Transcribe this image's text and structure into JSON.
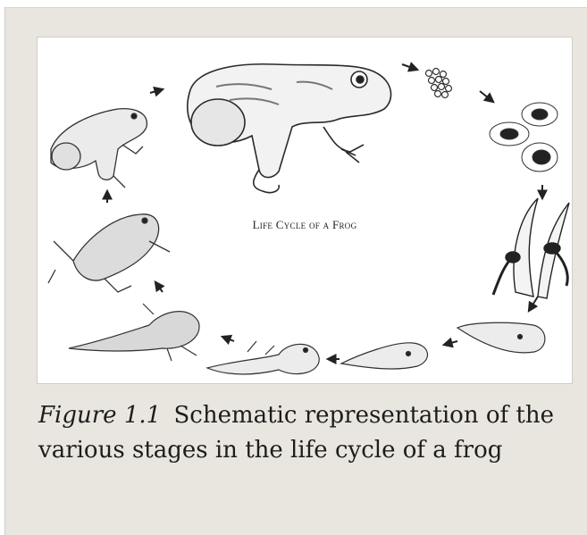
{
  "figure": {
    "image_title": "Life Cycle of a Frog",
    "caption_label": "Figure 1.1",
    "caption_text": "Schematic representation of the various stages in the life cycle of a frog"
  }
}
